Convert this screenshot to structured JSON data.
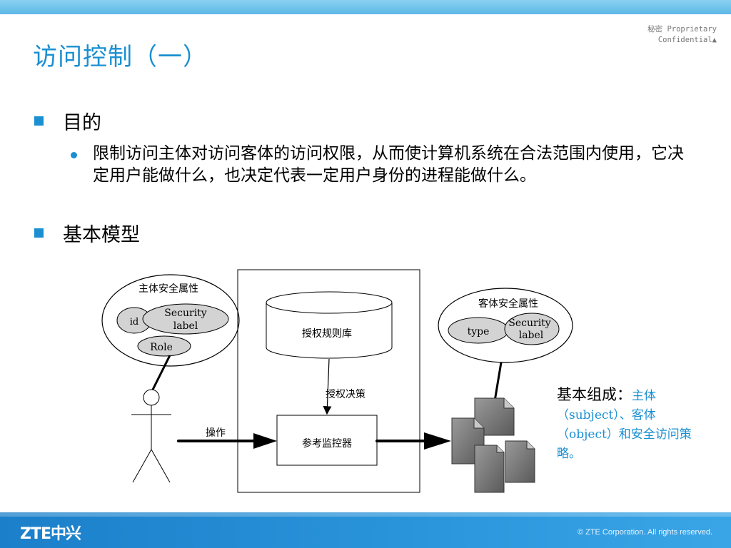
{
  "header": {
    "confidential_line1": "秘密  Proprietary",
    "confidential_line2": "Confidential▲",
    "title": "访问控制（一）"
  },
  "content": {
    "item1": "目的",
    "item1_sub": "限制访问主体对访问客体的访问权限，从而使计算机系统在合法范围内使用，它决定用户能做什么，也决定代表一定用户身份的进程能做什么。",
    "item2": "基本模型"
  },
  "diagram": {
    "subject_attr_label": "主体安全属性",
    "subject_id": "id",
    "subject_security_line1": "Security",
    "subject_security_line2": "label",
    "subject_role": "Role",
    "rulebase_label": "授权规则库",
    "decision_label": "授权决策",
    "operation_label": "操作",
    "monitor_label": "参考监控器",
    "object_attr_label": "客体安全属性",
    "object_type": "type",
    "object_security_line1": "Security",
    "object_security_line2": "label"
  },
  "composition": {
    "head": "基本组成：",
    "body": "主体（subject）、客体（object）和安全访问策略。"
  },
  "footer": {
    "logo": "ZTE中兴",
    "copyright": "© ZTE Corporation. All rights reserved."
  },
  "colors": {
    "accent": "#1a8fd1",
    "footer_bar": "#1b7fc9",
    "top_bar": "#6cc2ec"
  }
}
